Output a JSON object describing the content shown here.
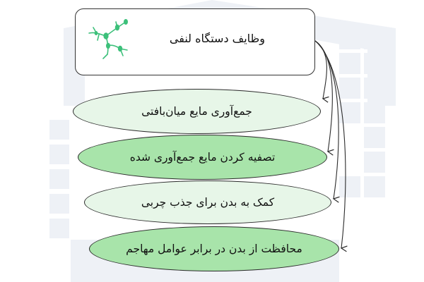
{
  "diagram": {
    "title": "وظایف دستگاه لنفی",
    "items": [
      {
        "label": "جمع‌آوری مایع میان‌بافتی",
        "fill": "#e7f6e8"
      },
      {
        "label": "تصفیه کردن مایع جمع‌آوری شده",
        "fill": "#a8e4aa"
      },
      {
        "label": "کمک به بدن برای جذب چربی",
        "fill": "#e7f6e8"
      },
      {
        "label": "محافظت از بدن در برابر عوامل مهاجم",
        "fill": "#a8e4aa"
      }
    ]
  },
  "colors": {
    "icon_accent": "#3cc07a",
    "stroke": "#2b2b2b"
  },
  "icons": {
    "title_icon": "lymphatic-network-icon"
  }
}
